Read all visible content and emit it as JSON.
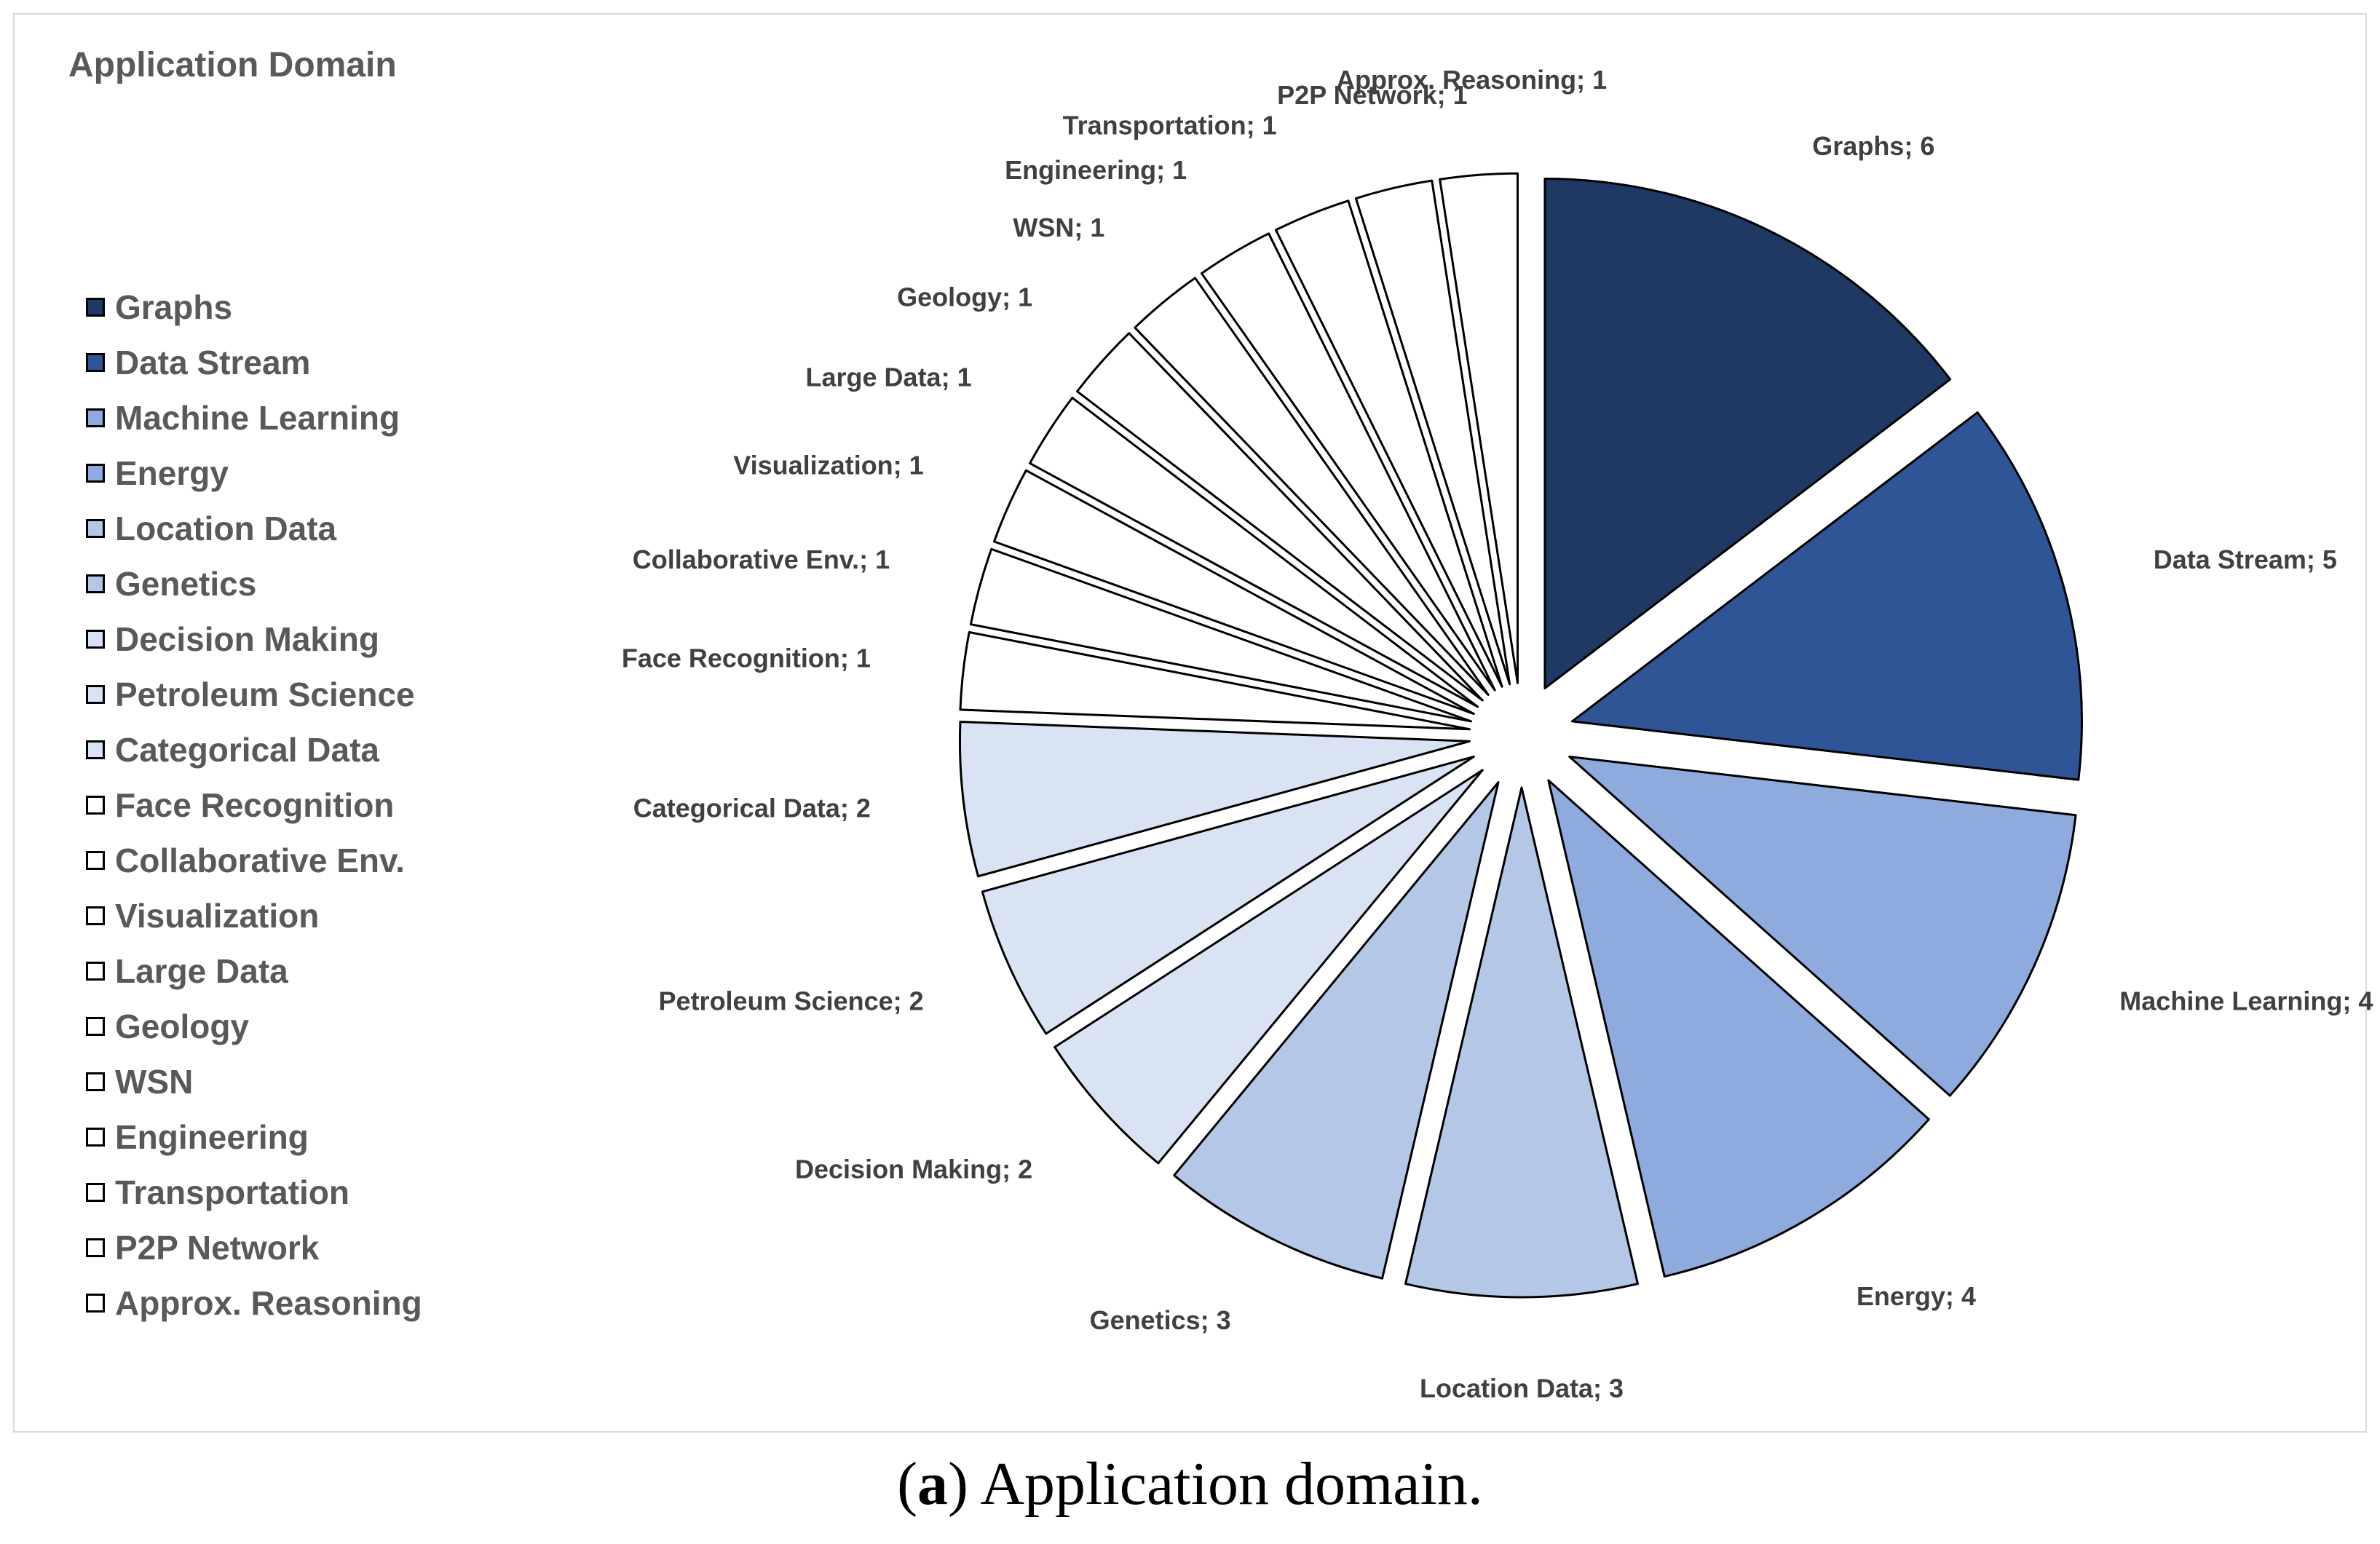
{
  "chart_data": {
    "type": "pie",
    "title": "Application Domain",
    "categories": [
      "Graphs",
      "Data Stream",
      "Machine Learning",
      "Energy",
      "Location Data",
      "Genetics",
      "Decision Making",
      "Petroleum Science",
      "Categorical Data",
      "Face Recognition",
      "Collaborative Env.",
      "Visualization",
      "Large Data",
      "Geology",
      "WSN",
      "Engineering",
      "Transportation",
      "P2P Network",
      "Approx. Reasoning"
    ],
    "values": [
      6,
      5,
      4,
      4,
      3,
      3,
      2,
      2,
      2,
      1,
      1,
      1,
      1,
      1,
      1,
      1,
      1,
      1,
      1
    ],
    "data_labels": [
      "Graphs; 6",
      "Data Stream; 5",
      "Machine Learning; 4",
      "Energy; 4",
      "Location Data; 3",
      "Genetics; 3",
      "Decision Making; 2",
      "Petroleum Science; 2",
      "Categorical Data; 2",
      "Face Recognition; 1",
      "Collaborative Env.; 1",
      "Visualization; 1",
      "Large Data; 1",
      "Geology; 1",
      "WSN; 1",
      "Engineering; 1",
      "Transportation; 1",
      "P2P Network; 1",
      "Approx. Reasoning; 1"
    ],
    "colors": [
      "#203864",
      "#2F5597",
      "#8FAADC",
      "#8FAADC",
      "#B4C7E7",
      "#B4C7E7",
      "#DAE3F3",
      "#DAE3F3",
      "#DAE3F3",
      "#FFFFFF",
      "#FFFFFF",
      "#FFFFFF",
      "#FFFFFF",
      "#FFFFFF",
      "#FFFFFF",
      "#FFFFFF",
      "#FFFFFF",
      "#FFFFFF",
      "#FFFFFF"
    ],
    "legend": "left",
    "exploded": true
  },
  "caption": {
    "letter": "a",
    "text": "Application domain."
  }
}
